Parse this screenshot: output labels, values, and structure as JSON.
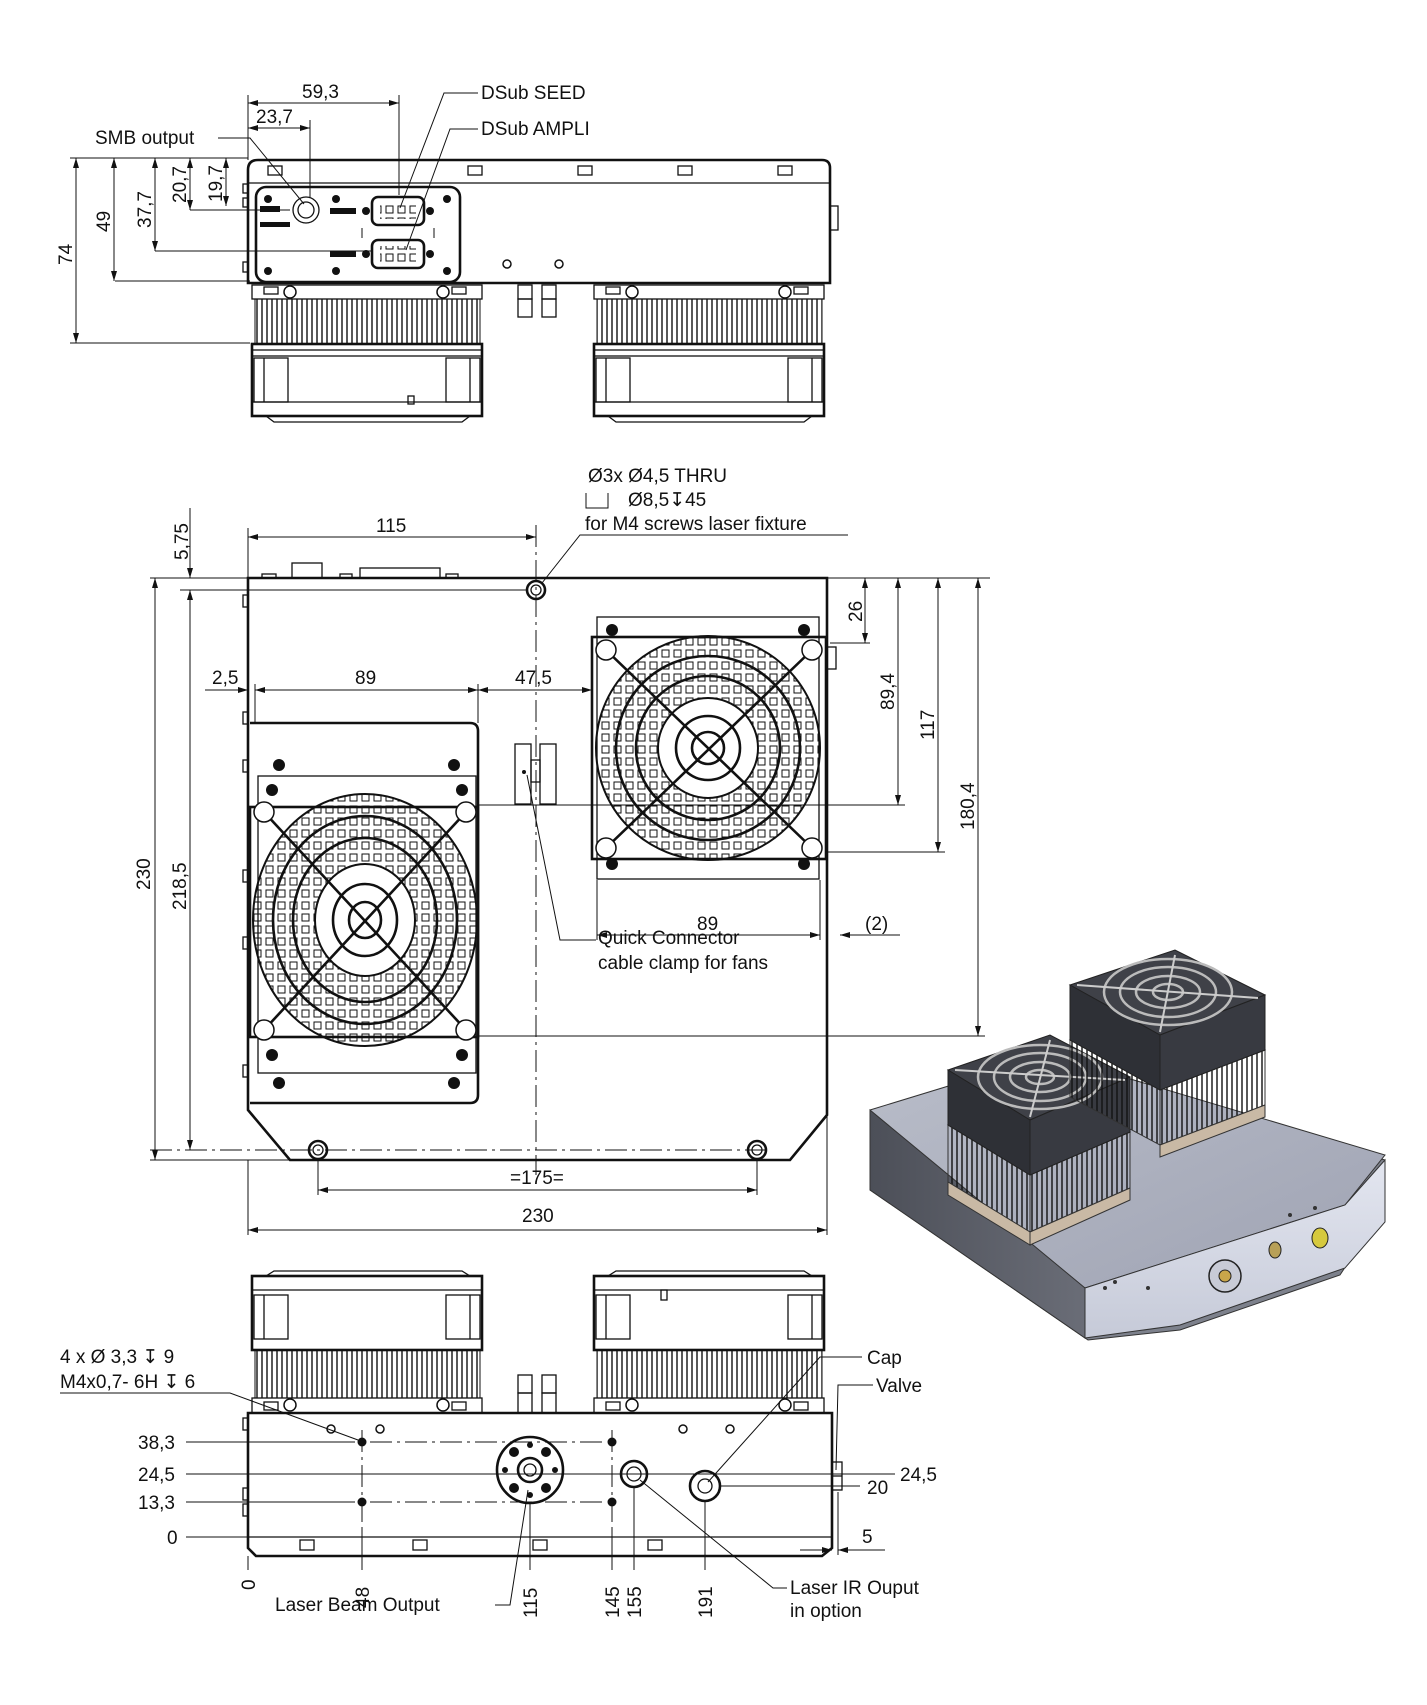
{
  "drawing": {
    "top_view": {
      "labels": {
        "smb_output": "SMB output",
        "dsub_seed": "DSub SEED",
        "dsub_ampli": "DSub AMPLI"
      },
      "dimensions": {
        "h_59_3": "59,3",
        "h_23_7": "23,7",
        "v_74": "74",
        "v_49": "49",
        "v_37_7": "37,7",
        "v_20_7": "20,7",
        "v_19_7": "19,7"
      }
    },
    "plan_view": {
      "callout": {
        "line1": "Ø3x Ø4,5 THRU",
        "line2_symbol": "⌴",
        "line2": "Ø8,5↧45",
        "line3": "for M4 screws laser fixture"
      },
      "labels": {
        "quick_connector_line1": "Quick Connector",
        "quick_connector_line2": "cable clamp for fans"
      },
      "dimensions": {
        "h_115": "115",
        "v_5_75": "5,75",
        "h_2_5": "2,5",
        "h_89_left": "89",
        "h_47_5": "47,5",
        "v_26": "26",
        "v_89_4": "89,4",
        "v_117": "117",
        "v_180_4": "180,4",
        "v_230": "230",
        "v_218_5": "218,5",
        "h_89_right": "89",
        "h_2_paren": "(2)",
        "h_175": "=175=",
        "h_230": "230"
      }
    },
    "front_view": {
      "callout": {
        "line1": "4 x Ø 3,3 ↧ 9",
        "line2": "M4x0,7- 6H ↧ 6"
      },
      "labels": {
        "cap": "Cap",
        "valve": "Valve",
        "laser_beam_output": "Laser Beam Output",
        "laser_ir_line1": "Laser IR Ouput",
        "laser_ir_line2": "in option"
      },
      "vertical_ordinates": [
        "38,3",
        "24,5",
        "13,3",
        "0"
      ],
      "horizontal_ordinates": [
        "0",
        "48",
        "115",
        "145",
        "155",
        "191"
      ],
      "right_dims": {
        "v_24_5": "24,5",
        "v_20": "20",
        "h_5": "5"
      }
    },
    "render_3d": {
      "description": "isometric-view-laser-module-with-two-fans"
    }
  }
}
